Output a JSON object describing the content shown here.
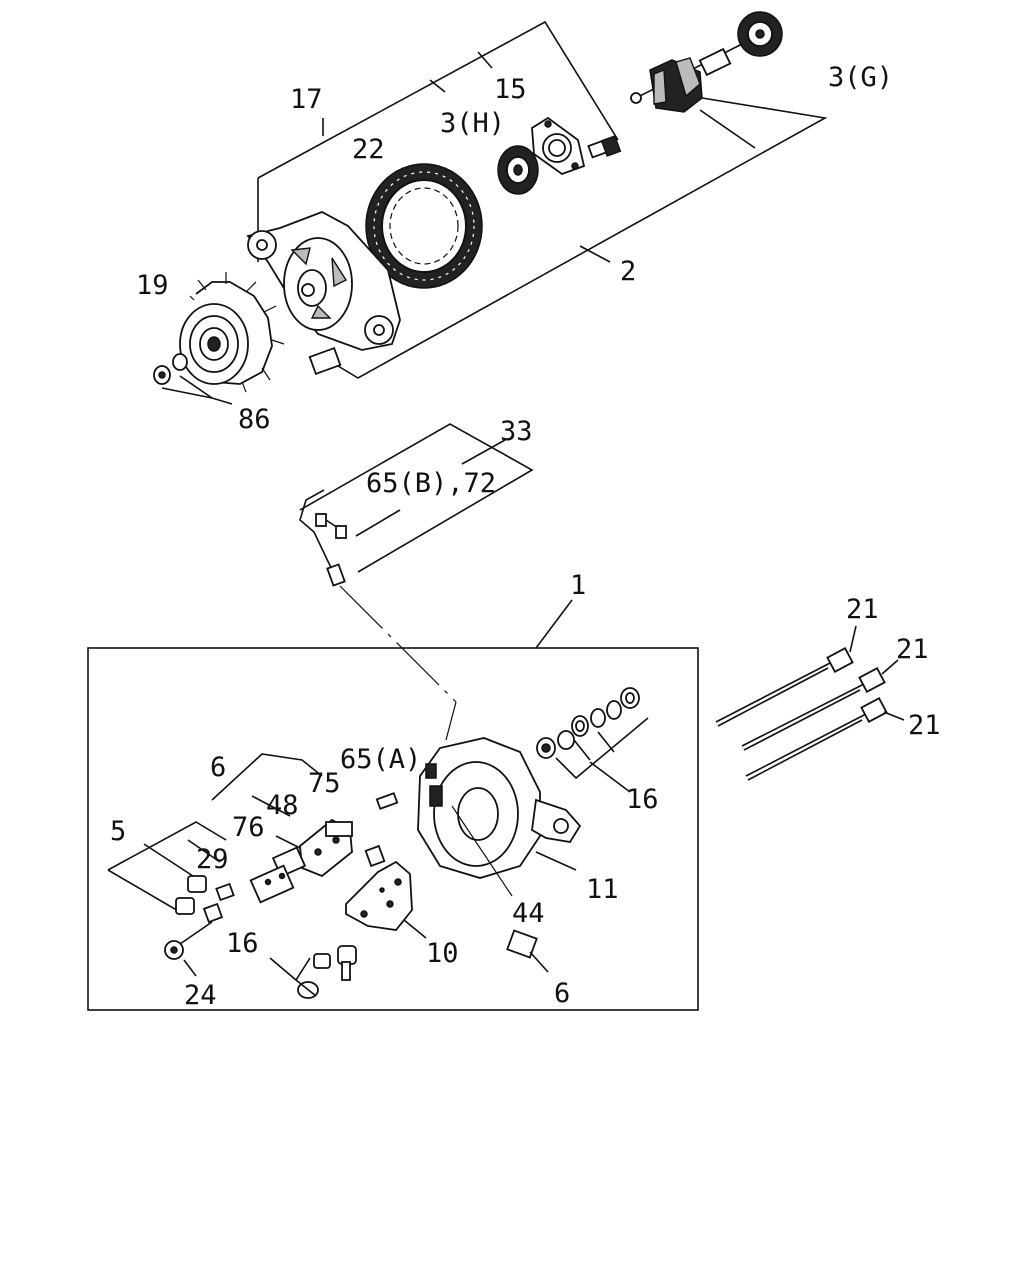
{
  "labels": {
    "l17": "17",
    "l15": "15",
    "l3h": "3(H)",
    "l3g": "3(G)",
    "l22": "22",
    "l2": "2",
    "l19": "19",
    "l86": "86",
    "l33": "33",
    "l65b72": "65(B),72",
    "l1": "1",
    "l21a": "21",
    "l21b": "21",
    "l21c": "21",
    "l6a": "6",
    "l75": "75",
    "l65a": "65(A)",
    "l48": "48",
    "l76": "76",
    "l5": "5",
    "l29": "29",
    "l16a": "16",
    "l16b": "16",
    "l11": "11",
    "l44": "44",
    "l10": "10",
    "l24": "24",
    "l6b": "6"
  }
}
